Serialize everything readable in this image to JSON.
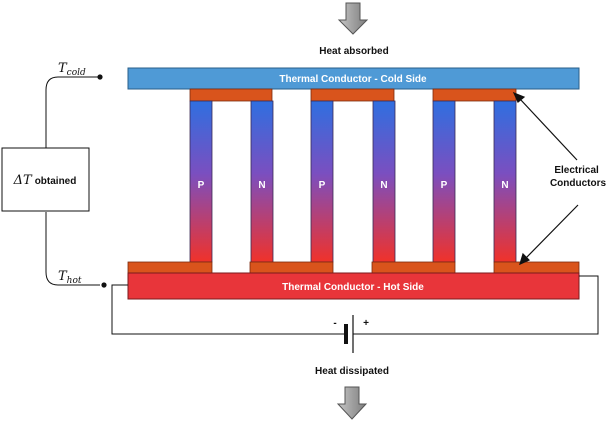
{
  "heat_absorbed": "Heat absorbed",
  "heat_dissipated": "Heat dissipated",
  "cold_plate_label": "Thermal Conductor - Cold Side",
  "hot_plate_label": "Thermal Conductor - Hot Side",
  "t_cold": {
    "symbol": "T",
    "subscript": "cold"
  },
  "t_hot": {
    "symbol": "T",
    "subscript": "hot"
  },
  "delta_t": {
    "symbol": "ΔT",
    "text": "obtained"
  },
  "electrical_conductors": [
    "Electrical",
    "Conductors"
  ],
  "legs": [
    "P",
    "N",
    "P",
    "N",
    "P",
    "N"
  ],
  "battery": {
    "minus": "-",
    "plus": "+"
  },
  "colors": {
    "cold_plate": "#4f9ad6",
    "hot_plate": "#e8353a",
    "conductor": "#d9541c",
    "leg_top": "#2f6fe0",
    "leg_bottom": "#f0322a",
    "arrow": "#9e9e9e"
  }
}
